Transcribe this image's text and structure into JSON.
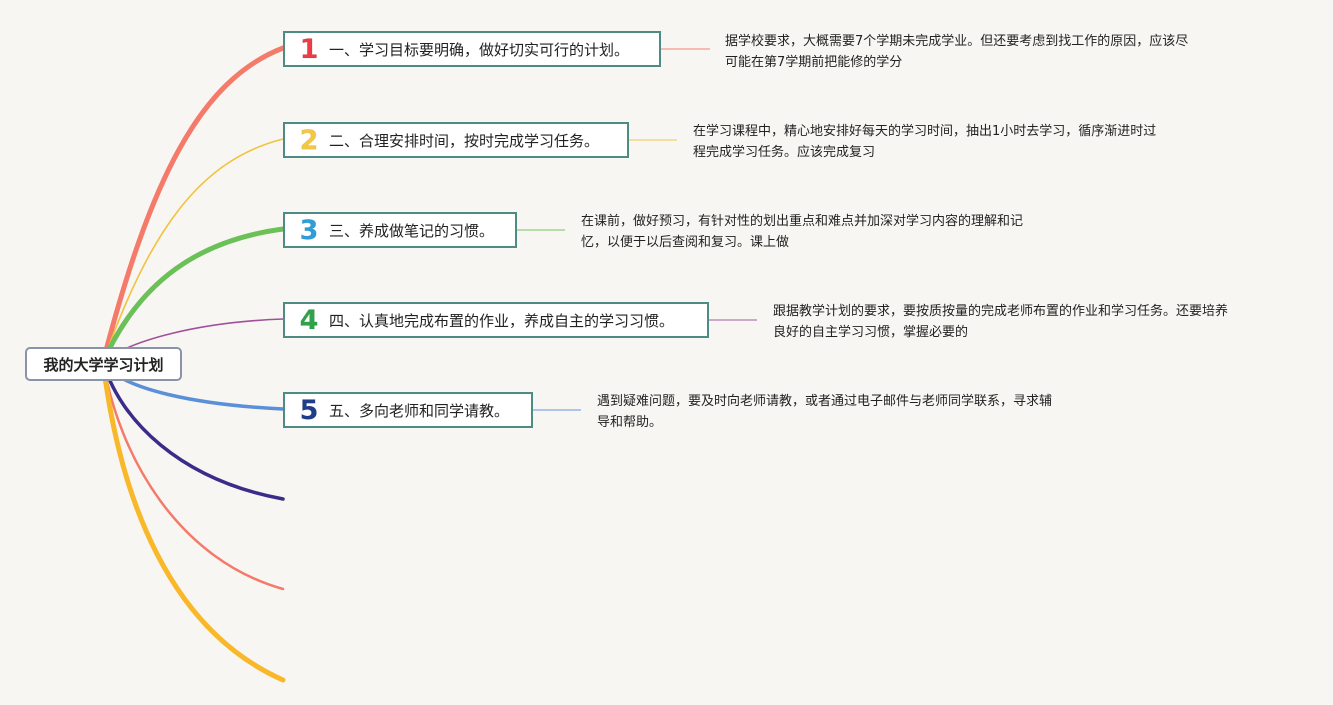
{
  "root": {
    "label": "我的大学学习计划"
  },
  "topics": [
    {
      "number": "1",
      "label": "一、学习目标要明确，做好切实可行的计划。",
      "color": "#ee3c46",
      "note": [
        "据学校要求，大概需要7个学期未完成学业。但还要考虑到找工作的原因，应该尽",
        "可能在第7学期前把能修的学分"
      ]
    },
    {
      "number": "2",
      "label": "二、合理安排时间，按时完成学习任务。",
      "color": "#f5c842",
      "note": [
        "在学习课程中，精心地安排好每天的学习时间，抽出1小时去学习，循序渐进时过",
        "程完成学习任务。应该完成复习"
      ]
    },
    {
      "number": "3",
      "label": "三、养成做笔记的习惯。",
      "color": "#2c9fd8",
      "note": [
        "在课前，做好预习，有针对性的划出重点和难点并加深对学习内容的理解和记",
        "忆，以便于以后查阅和复习。课上做"
      ]
    },
    {
      "number": "4",
      "label": "四、认真地完成布置的作业，养成自主的学习习惯。",
      "color": "#2fa24a",
      "note": [
        "跟据教学计划的要求，要按质按量的完成老师布置的作业和学习任务。还要培养",
        "良好的自主学习习惯，掌握必要的"
      ]
    },
    {
      "number": "5",
      "label": "五、多向老师和同学请教。",
      "color": "#1e3d8a",
      "note": [
        "遇到疑难问题，要及时向老师请教，或者通过电子邮件与老师同学联系，寻求辅",
        "导和帮助。"
      ]
    }
  ],
  "colors": {
    "branch_1": "#f47a6a",
    "branch_2": "#f2c23c",
    "branch_3": "#6cc058",
    "branch_4": "#a0509a",
    "branch_5": "#5a90d8",
    "branch_6": "#3a2d8a",
    "branch_7": "#f47a6a",
    "branch_8": "#f8b82a",
    "topic_border": "#4c8c82",
    "root_border": "#8a93a8",
    "background": "#f8f6f3"
  }
}
